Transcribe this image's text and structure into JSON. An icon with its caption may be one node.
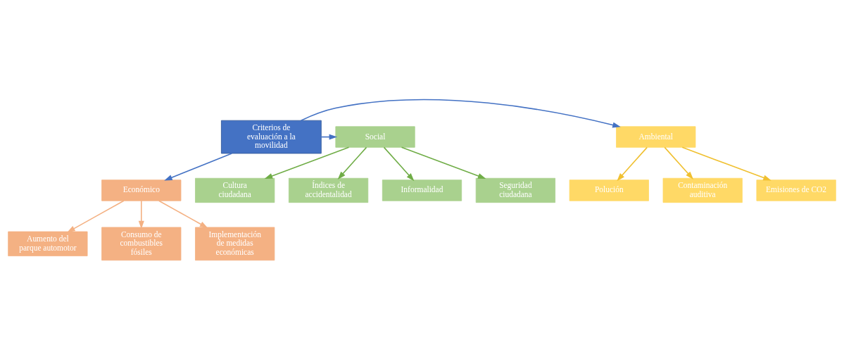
{
  "diagram": {
    "nodes": [
      {
        "text": [
          "Criterios de evaluación a la movilidad"
        ]
      },
      {
        "text": [
          "Contaminación auditiva"
        ]
      },
      {
        "text": [
          "Ambiental"
        ]
      },
      {
        "text": [
          "Social"
        ]
      },
      {
        "text": [
          "Seguridad ciudadana"
        ]
      },
      {
        "text": [
          "Cultura ciudadana"
        ]
      },
      {
        "text": [
          "Emisiones de CO2"
        ]
      },
      {
        "text": [
          "Índices de accidentalidad"
        ]
      },
      {
        "text": [
          "Polución"
        ]
      },
      {
        "text": [
          "Informalidad"
        ]
      },
      {
        "text": [
          "Económico"
        ]
      },
      {
        "text": [
          "Aumento del parque automotor"
        ]
      },
      {
        "text": [
          "Consumo de combustibles fósiles"
        ]
      },
      {
        "text": [
          "Implementación de medidas económicas"
        ]
      }
    ],
    "edges": [
      {
        "from": 0,
        "to": 2,
        "arrow": "to",
        "color": "#4472c4"
      },
      {
        "from": 0,
        "to": 3,
        "arrow": "to",
        "color": "#4472c4"
      },
      {
        "from": 0,
        "to": 10,
        "arrow": "to",
        "color": "#4472c4"
      },
      {
        "from": 2,
        "to": 1,
        "arrow": "to",
        "color": "#f0c030"
      },
      {
        "from": 2,
        "to": 6,
        "arrow": "to",
        "color": "#f0c030"
      },
      {
        "from": 2,
        "to": 8,
        "arrow": "to",
        "color": "#f0c030"
      },
      {
        "from": 3,
        "to": 4,
        "arrow": "to",
        "color": "#70ad47"
      },
      {
        "from": 3,
        "to": 5,
        "arrow": "to",
        "color": "#70ad47"
      },
      {
        "from": 3,
        "to": 7,
        "arrow": "to",
        "color": "#70ad47"
      },
      {
        "from": 3,
        "to": 9,
        "arrow": "to",
        "color": "#70ad47"
      },
      {
        "from": 10,
        "to": 11,
        "arrow": "to",
        "color": "#f4b183"
      },
      {
        "from": 10,
        "to": 12,
        "arrow": "to",
        "color": "#f4b183"
      },
      {
        "from": 10,
        "to": 13,
        "arrow": "to",
        "color": "#f4b183"
      }
    ]
  }
}
